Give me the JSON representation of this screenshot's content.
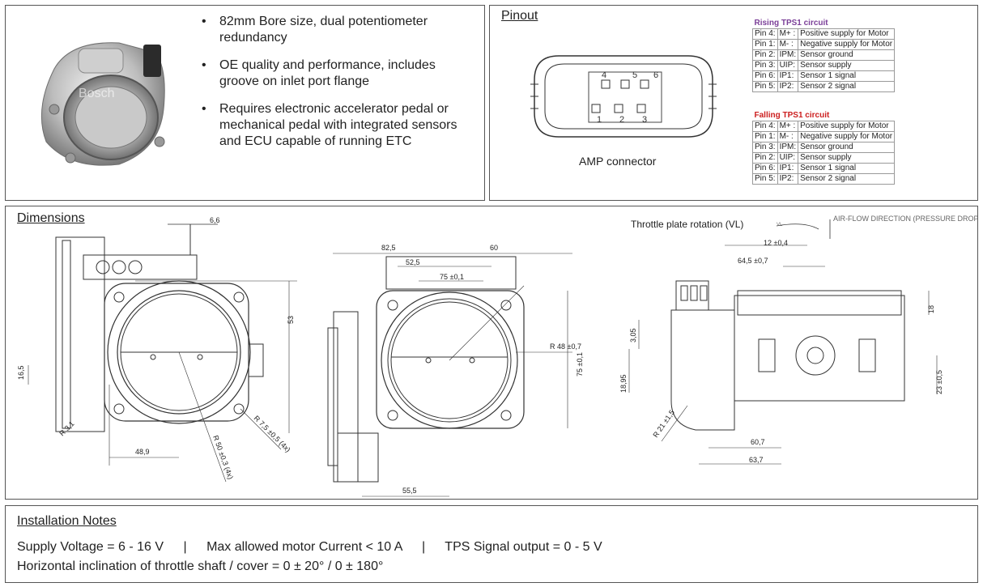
{
  "product": {
    "watermark": "Bosch",
    "features": [
      "82mm Bore size, dual potentiometer redundancy",
      "OE quality and performance, includes groove on inlet port flange",
      "Requires electronic accelerator pedal or mechanical pedal with integrated sensors and ECU capable of running ETC"
    ]
  },
  "pinout": {
    "title": "Pinout",
    "connector_label": "AMP connector",
    "pin_numbers": [
      "4",
      "5",
      "6",
      "1",
      "2",
      "3"
    ],
    "rising": {
      "title": "Rising TPS1 circuit",
      "rows": [
        [
          "Pin 4:",
          "M+ :",
          "Positive supply for Motor"
        ],
        [
          "Pin 1:",
          "M- :",
          "Negative supply for Motor"
        ],
        [
          "Pin 2:",
          "IPM:",
          "Sensor ground"
        ],
        [
          "Pin 3:",
          "UIP:",
          "Sensor supply"
        ],
        [
          "Pin 6:",
          "IP1:",
          "Sensor 1 signal"
        ],
        [
          "Pin 5:",
          "IP2:",
          "Sensor 2 signal"
        ]
      ]
    },
    "falling": {
      "title": "Falling TPS1 circuit",
      "rows": [
        [
          "Pin 4:",
          "M+ :",
          "Positive supply for Motor"
        ],
        [
          "Pin 1:",
          "M- :",
          "Negative supply for Motor"
        ],
        [
          "Pin 3:",
          "IPM:",
          "Sensor ground"
        ],
        [
          "Pin 2:",
          "UIP:",
          "Sensor supply"
        ],
        [
          "Pin 6:",
          "IP1:",
          "Sensor 1 signal"
        ],
        [
          "Pin 5:",
          "IP2:",
          "Sensor 2 signal"
        ]
      ]
    }
  },
  "dimensions": {
    "title": "Dimensions",
    "rotation_label": "Throttle plate rotation (VL)",
    "airflow_label": "AIR-FLOW DIRECTION (PRESSURE DROP)",
    "rotation_marker": "VL",
    "view1": {
      "d_6_6": "6,6",
      "d_53": "53",
      "d_16_5": "16,5",
      "d_r31": "R 3,1",
      "d_48_9": "48,9",
      "d_r50": "R 50 ±0,3 (4x)",
      "d_r75": "R 7,5 ±0,5 (4x)"
    },
    "view2": {
      "d_82_5": "82,5",
      "d_60": "60",
      "d_52_5": "52,5",
      "d_75": "75 ±0,1",
      "d_r48": "R 48 ±0,7",
      "d_75v": "75 ±0,1",
      "d_55_5": "55,5"
    },
    "view3": {
      "d_12": "12 ±0,4",
      "d_64_5": "64,5 ±0,7",
      "d_18": "18",
      "d_3_05": "3,05",
      "d_18_95": "18,95",
      "d_23": "23 ±0,5",
      "d_r21": "R 21 ±1,5",
      "d_60_7": "60,7",
      "d_63_7": "63,7"
    }
  },
  "installation": {
    "title": "Installation Notes",
    "supply_voltage": "Supply Voltage = 6 - 16 V",
    "separator": "|",
    "motor_current": "Max allowed motor Current < 10 A",
    "tps_output": "TPS Signal output = 0 - 5 V",
    "inclination": "Horizontal inclination of throttle shaft / cover = 0  ± 20° / 0 ± 180°"
  },
  "colors": {
    "rising_header": "#7b3f98",
    "falling_header": "#cc1e1e",
    "border": "#555555"
  }
}
